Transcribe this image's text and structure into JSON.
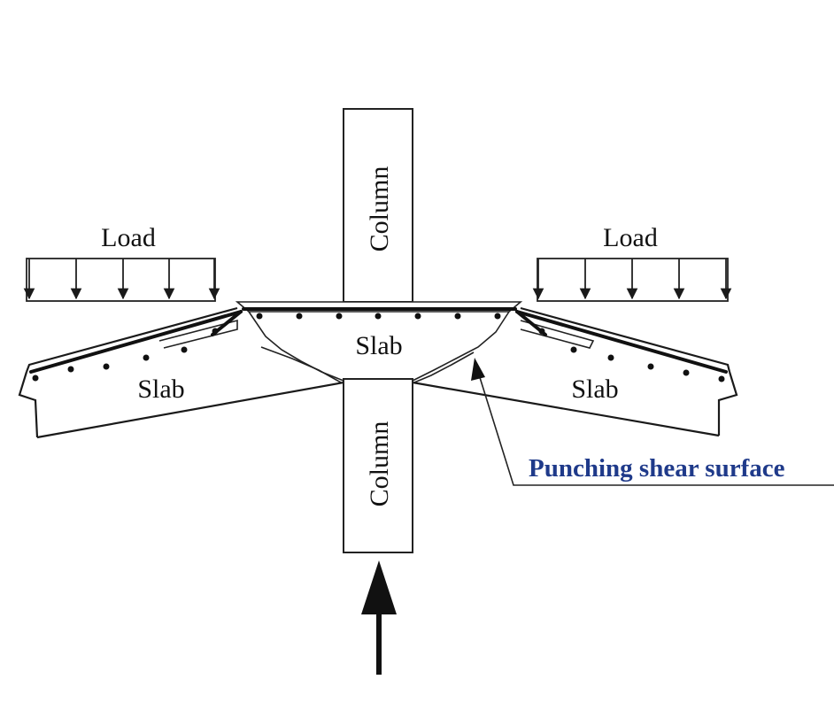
{
  "labels": {
    "column_top": "Column",
    "column_bottom": "Column",
    "slab_center": "Slab",
    "slab_left": "Slab",
    "slab_right": "Slab",
    "load_left": "Load",
    "load_right": "Load",
    "punching_shear": "Punching shear surface"
  },
  "colors": {
    "line": "#1a1a1a",
    "annotation_text": "#1f3a8a",
    "background": "#ffffff"
  },
  "icons": {
    "column_reaction": "arrow-up-icon",
    "load": "arrow-down-icon"
  }
}
